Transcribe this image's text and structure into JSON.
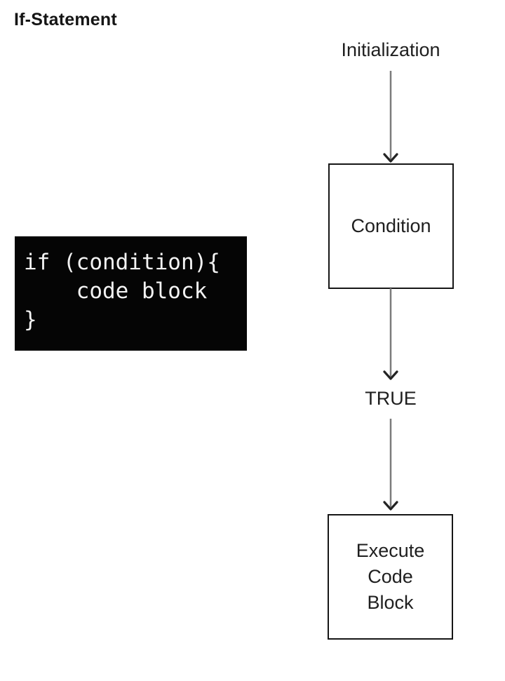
{
  "page": {
    "title": "If-Statement"
  },
  "code_block": {
    "background_color": "#050505",
    "text_color": "#f2f2f2",
    "lines": [
      "if (condition){",
      "    code block",
      "}"
    ]
  },
  "flowchart": {
    "start_label": "Initialization",
    "condition_box_label": "Condition",
    "edge_label": "TRUE",
    "execute_box_label": "Execute Code Block",
    "line_color": "#7c7c7c",
    "arrowhead_color": "#232323",
    "box_border_color": "#161616"
  }
}
